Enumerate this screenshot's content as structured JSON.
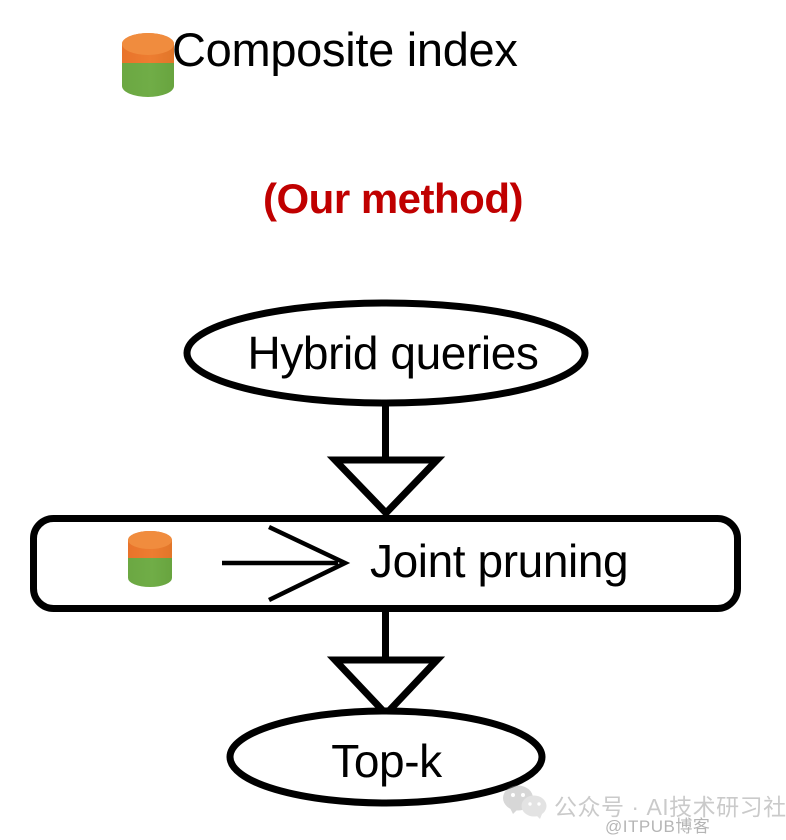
{
  "figure": {
    "legend": {
      "icon_name": "composite-index-cylinder-icon",
      "label": "Composite index",
      "icon_top_color": "#ED7D31",
      "icon_bottom_color": "#70AD47"
    },
    "subtitle": {
      "text": "(Our method)",
      "color": "#C00000"
    },
    "nodes": [
      {
        "id": "hybrid-queries",
        "shape": "ellipse",
        "label": "Hybrid queries"
      },
      {
        "id": "joint-pruning",
        "shape": "rounded-rectangle",
        "label": "Joint pruning",
        "inline_icon_name": "composite-index-cylinder-icon",
        "inline_arrow_name": "feeds-into-arrow"
      },
      {
        "id": "top-k",
        "shape": "ellipse",
        "label": "Top-k"
      }
    ],
    "connectors": [
      {
        "id": "hybrid-to-joint",
        "from": "hybrid-queries",
        "to": "joint-pruning",
        "style": "hollow-block-arrow-down"
      },
      {
        "id": "joint-to-topk",
        "from": "joint-pruning",
        "to": "top-k",
        "style": "hollow-block-arrow-down"
      }
    ],
    "stroke_color": "#000000",
    "fill_color": "#FFFFFF"
  },
  "watermark": {
    "icon_name": "wechat-logo-icon",
    "text": "公众号 · AI技术研习社",
    "subtext": "@ITPUB博客"
  }
}
